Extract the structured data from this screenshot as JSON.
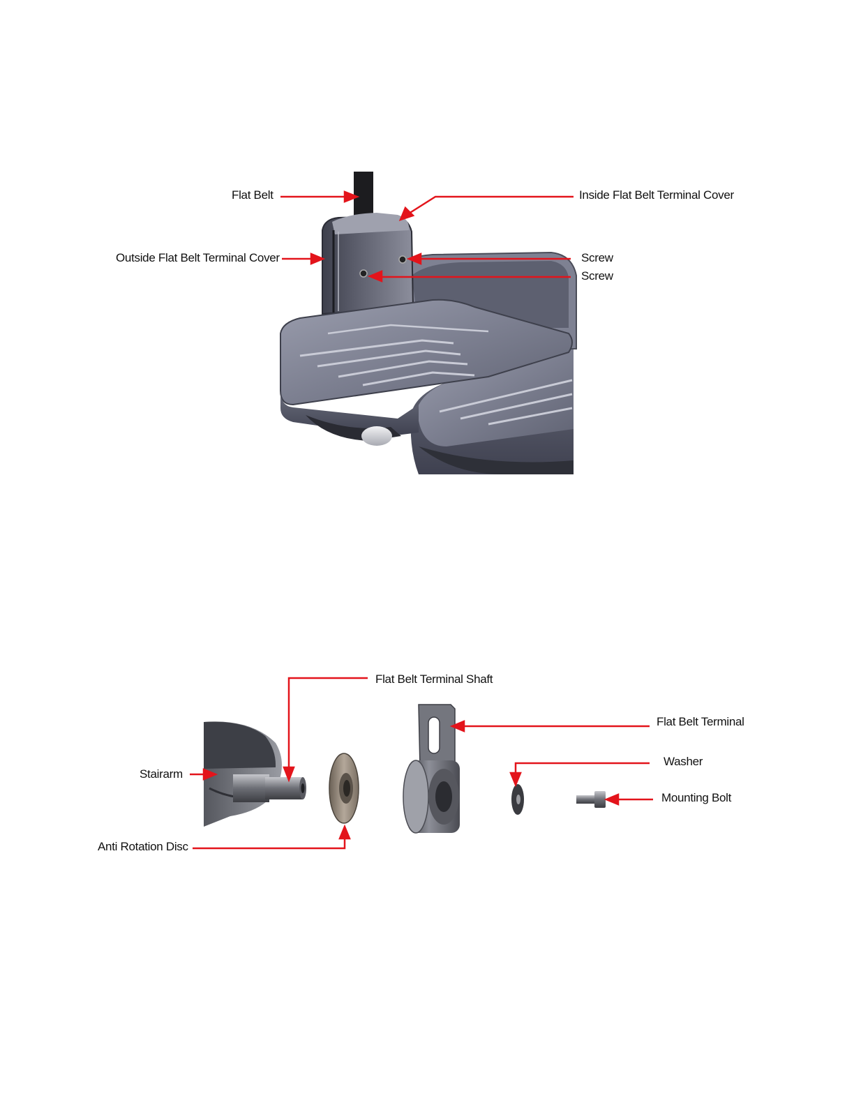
{
  "figure1": {
    "labels": {
      "flat_belt": "Flat Belt",
      "inside_cover": "Inside Flat Belt Terminal Cover",
      "outside_cover": "Outside Flat Belt Terminal Cover",
      "screw_1": "Screw",
      "screw_2": "Screw"
    }
  },
  "figure2": {
    "labels": {
      "terminal_shaft": "Flat Belt Terminal Shaft",
      "terminal": "Flat Belt Terminal",
      "washer": "Washer",
      "stairarm": "Stairarm",
      "mounting_bolt": "Mounting Bolt",
      "anti_rotation_disc": "Anti Rotation Disc"
    }
  },
  "colors": {
    "arrow": "#e3141b",
    "part_dark": "#4e5160",
    "part_light": "#8a8d9c"
  }
}
